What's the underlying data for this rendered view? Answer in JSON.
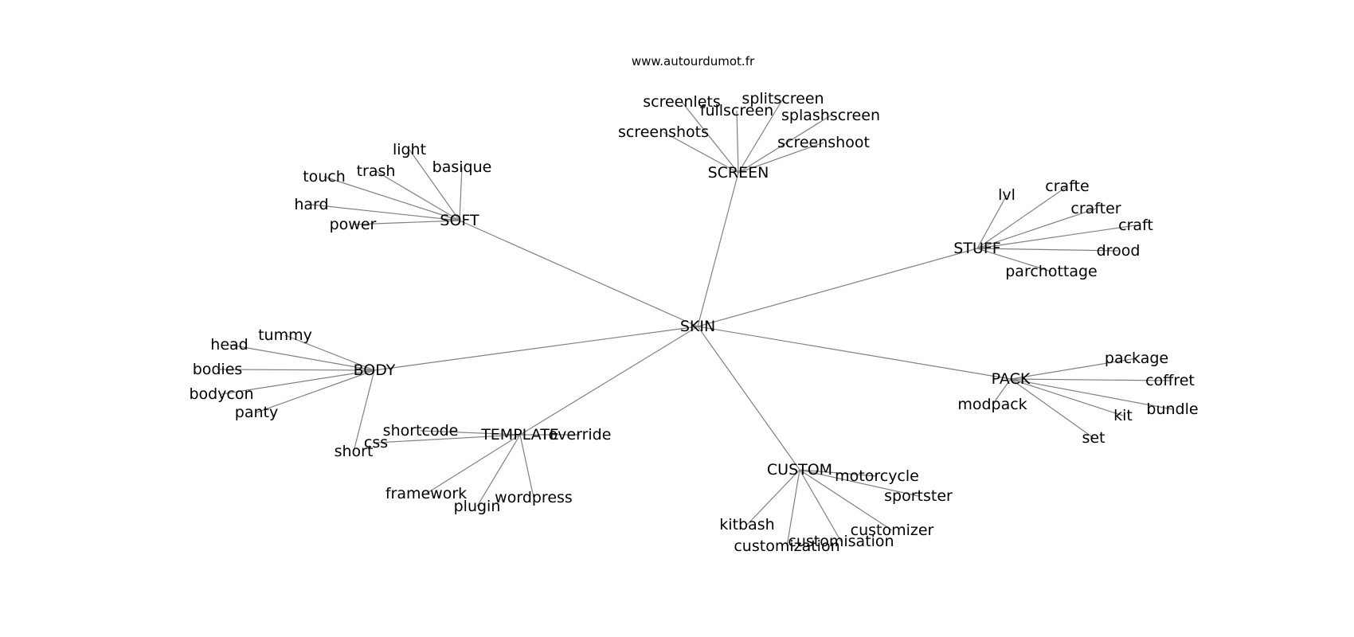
{
  "source": "www.autourdumot.fr",
  "center": "SKIN",
  "clusters": [
    {
      "label": "SCREEN",
      "words": [
        "screenlets",
        "fullscreen",
        "splitscreen",
        "splashscreen",
        "screenshots",
        "screenshoot"
      ]
    },
    {
      "label": "SOFT",
      "words": [
        "light",
        "trash",
        "basique",
        "touch",
        "hard",
        "power"
      ]
    },
    {
      "label": "STUFF",
      "words": [
        "lvl",
        "crafte",
        "crafter",
        "craft",
        "drood",
        "parchottage"
      ]
    },
    {
      "label": "BODY",
      "words": [
        "tummy",
        "head",
        "bodies",
        "bodycon",
        "panty",
        "short"
      ]
    },
    {
      "label": "PACK",
      "words": [
        "package",
        "coffret",
        "modpack",
        "bundle",
        "kit",
        "set"
      ]
    },
    {
      "label": "TEMPLATE",
      "words": [
        "shortcode",
        "override",
        "css",
        "framework",
        "plugin",
        "wordpress"
      ]
    },
    {
      "label": "CUSTOM",
      "words": [
        "motorcycle",
        "sportster",
        "kitbash",
        "customizer",
        "customisation",
        "customization"
      ]
    }
  ]
}
